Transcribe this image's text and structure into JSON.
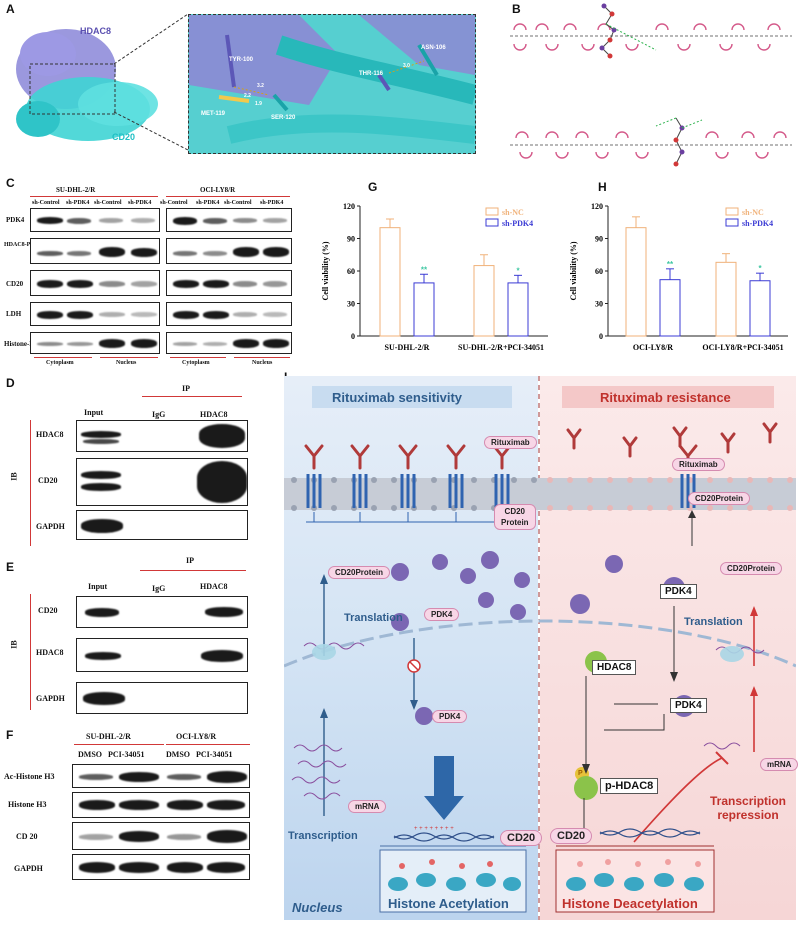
{
  "panels": {
    "A": "A",
    "B": "B",
    "C": "C",
    "D": "D",
    "E": "E",
    "F": "F",
    "G": "G",
    "H": "H",
    "I": "I"
  },
  "panelA": {
    "hdac8_label": "HDAC8",
    "cd20_label": "CD20",
    "residues": [
      "TYR-100",
      "MET-119",
      "SER-120",
      "THR-116",
      "ASN-106"
    ],
    "distances": [
      "3.2",
      "2.2",
      "1.9",
      "3.0"
    ]
  },
  "panelC": {
    "cell_line_1": "SU-DHL-2/R",
    "cell_line_2": "OCI-LY8/R",
    "lane_labels_1": [
      "sh-Control",
      "sh-PDK4",
      "sh-Control",
      "sh-PDK4"
    ],
    "lane_labels_2": [
      "sh-Control",
      "sh-PDK4",
      "sh-Control",
      "sh-PDK4"
    ],
    "rows": [
      "PDK4",
      "HDAC8-Pˢᵉʳ",
      "CD20",
      "LDH",
      "Histone-H3"
    ],
    "fractions": [
      "Cytoplasm",
      "Nucleus",
      "Cytoplasm",
      "Nucleus"
    ]
  },
  "panelD": {
    "ip": "IP",
    "ib": "IB",
    "cols": [
      "Input",
      "IgG",
      "HDAC8"
    ],
    "rows": [
      "HDAC8",
      "CD20",
      "GAPDH"
    ]
  },
  "panelE": {
    "ip": "IP",
    "ib": "IB",
    "cols": [
      "Input",
      "IgG",
      "HDAC8"
    ],
    "rows": [
      "CD20",
      "HDAC8",
      "GAPDH"
    ]
  },
  "panelF": {
    "cell_line_1": "SU-DHL-2/R",
    "cell_line_2": "OCI-LY8/R",
    "lanes": [
      "DMSO",
      "PCI-34051",
      "DMSO",
      "PCI-34051"
    ],
    "rows": [
      "Ac-Histone H3",
      "Histone H3",
      "CD 20",
      "GAPDH"
    ]
  },
  "chart_data": [
    {
      "type": "bar",
      "panel": "G",
      "categories": [
        "SU-DHL-2/R",
        "SU-DHL-2/R+PCI-34051"
      ],
      "series": [
        {
          "name": "sh-NC",
          "values": [
            100,
            65
          ],
          "errors": [
            8,
            10
          ]
        },
        {
          "name": "sh-PDK4",
          "values": [
            49,
            49
          ],
          "errors": [
            8,
            7
          ]
        }
      ],
      "ylabel": "Cell viability (%)",
      "ylim": [
        0,
        120
      ],
      "yticks": [
        0,
        30,
        60,
        90,
        120
      ],
      "significance": [
        "**",
        "*"
      ],
      "colors": {
        "sh-NC": "#f0b27a",
        "sh-PDK4": "#3b3bd4",
        "stars": "#3ec7a2"
      }
    },
    {
      "type": "bar",
      "panel": "H",
      "categories": [
        "OCI-LY8/R",
        "OCI-LY8/R+PCI-34051"
      ],
      "series": [
        {
          "name": "sh-NC",
          "values": [
            100,
            68
          ],
          "errors": [
            10,
            8
          ]
        },
        {
          "name": "sh-PDK4",
          "values": [
            52,
            51
          ],
          "errors": [
            10,
            7
          ]
        }
      ],
      "ylabel": "Cell viability (%)",
      "ylim": [
        0,
        120
      ],
      "yticks": [
        0,
        30,
        60,
        90,
        120
      ],
      "significance": [
        "**",
        "*"
      ],
      "colors": {
        "sh-NC": "#f0b27a",
        "sh-PDK4": "#3b3bd4",
        "stars": "#3ec7a2"
      }
    }
  ],
  "panelI": {
    "left_title": "Rituximab sensitivity",
    "right_title": "Rituximab resistance",
    "rituximab": "Rituximab",
    "cd20_protein_box": "CD20\nProtein",
    "cd20protein": "CD20Protein",
    "translation": "Translation",
    "pdk4": "PDK4",
    "hdac8": "HDAC8",
    "p_hdac8": "p-HDAC8",
    "p": "P",
    "mrna": "mRNA",
    "transcription": "Transcription",
    "cd20": "CD20",
    "histone_acetylation": "Histone Acetylation",
    "histone_deacetylation": "Histone Deacetylation",
    "transcription_repression": "Transcription\nrepression",
    "nucleus": "Nucleus"
  }
}
